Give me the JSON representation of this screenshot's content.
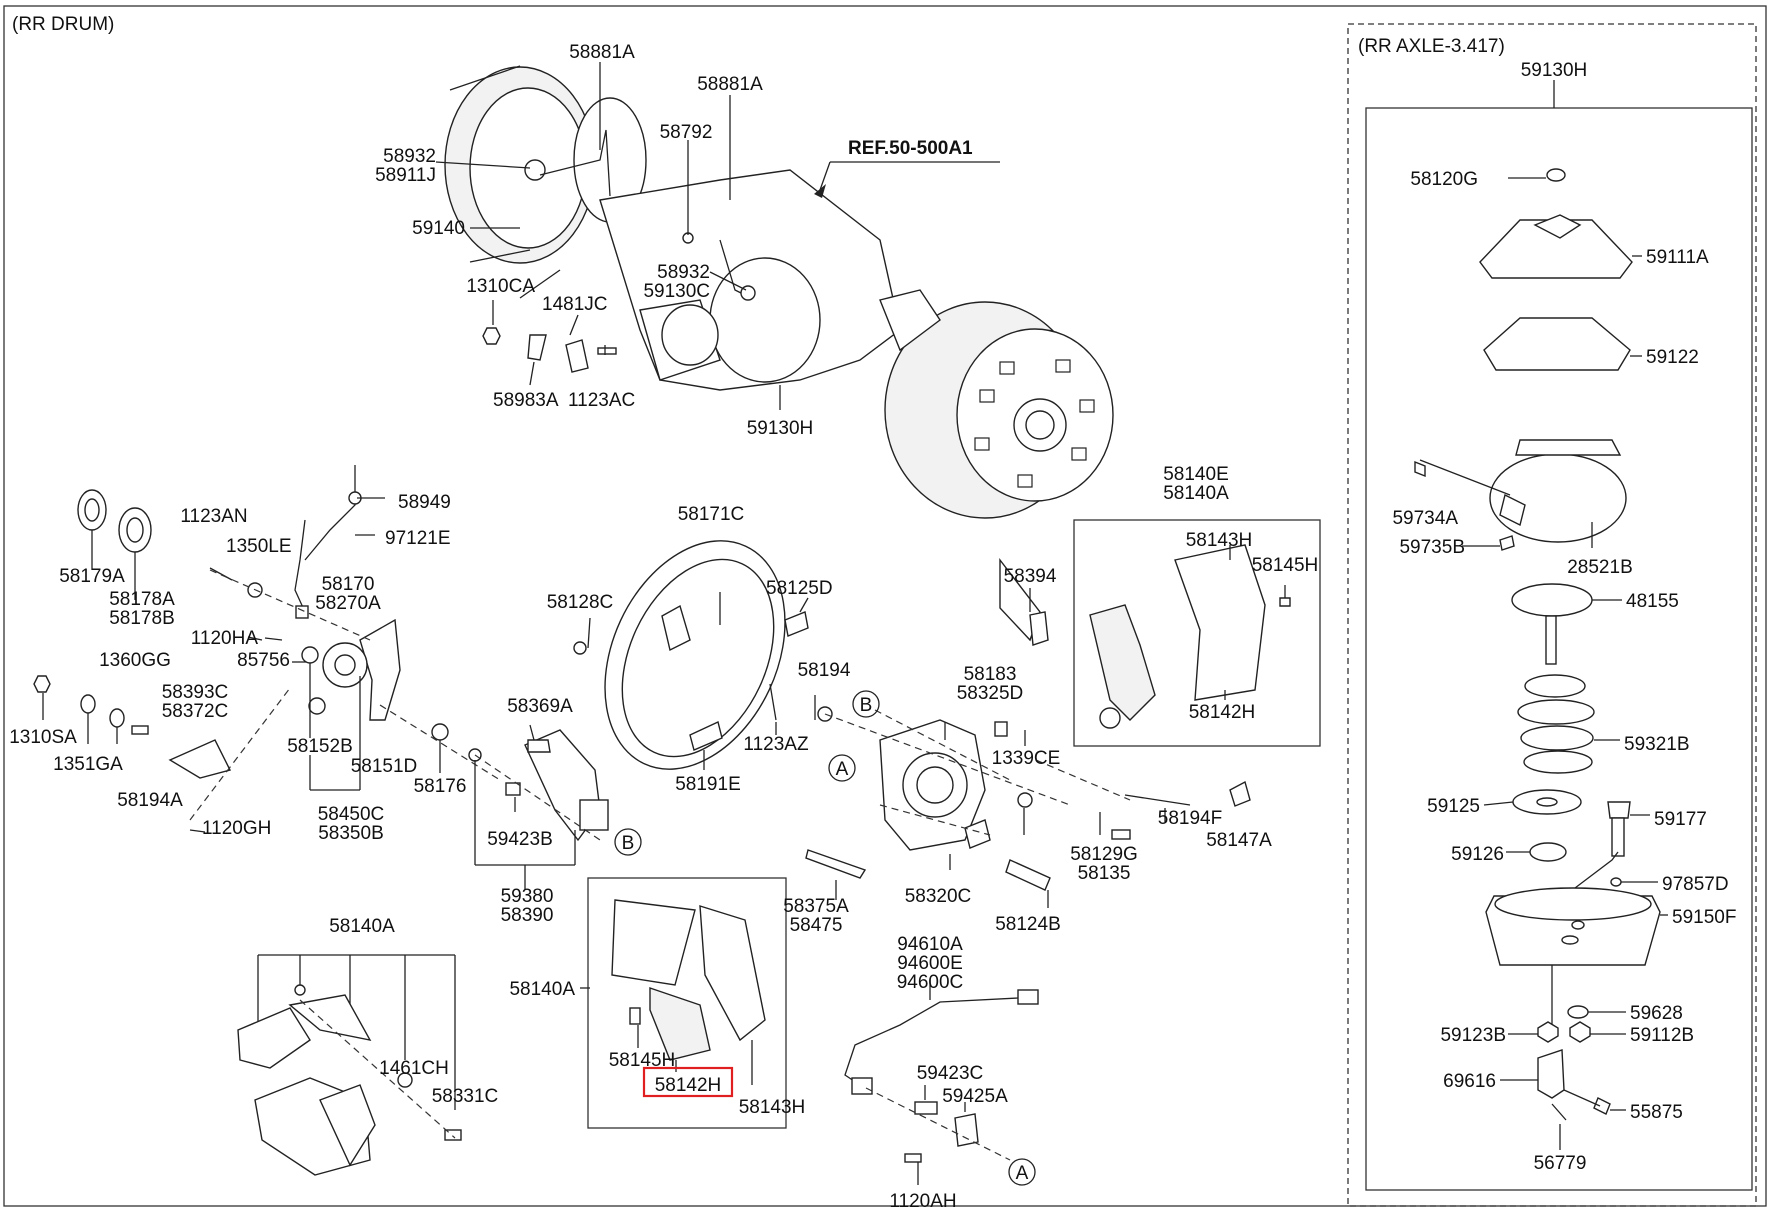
{
  "sections": {
    "main": "(RR DRUM)",
    "axle": "(RR AXLE-3.417)",
    "ref": "REF.50-500A1"
  },
  "markers": {
    "a": "A",
    "b": "B"
  },
  "highlight": {
    "part": "58142H",
    "color": "#e02020"
  },
  "parts": [
    [
      "58881A"
    ],
    [
      "58881A"
    ],
    [
      "58792"
    ],
    [
      "58932",
      "58911J"
    ],
    [
      "59140"
    ],
    [
      "58932",
      "59130C"
    ],
    [
      "1310CA"
    ],
    [
      "1481JC"
    ],
    [
      "58983A"
    ],
    [
      "1123AC"
    ],
    [
      "59130H"
    ],
    [
      "58179A"
    ],
    [
      "58178A",
      "58178B"
    ],
    [
      "1123AN"
    ],
    [
      "1350LE"
    ],
    [
      "58949"
    ],
    [
      "97121E"
    ],
    [
      "58170",
      "58270A"
    ],
    [
      "1120HA"
    ],
    [
      "85756"
    ],
    [
      "1360GG"
    ],
    [
      "58393C",
      "58372C"
    ],
    [
      "1310SA"
    ],
    [
      "1351GA"
    ],
    [
      "58194A"
    ],
    [
      "1120GH"
    ],
    [
      "58152B"
    ],
    [
      "58151D"
    ],
    [
      "58450C",
      "58350B"
    ],
    [
      "58176"
    ],
    [
      "58369A"
    ],
    [
      "59423B"
    ],
    [
      "59380",
      "58390"
    ],
    [
      "58171C"
    ],
    [
      "58128C"
    ],
    [
      "58125D"
    ],
    [
      "58194"
    ],
    [
      "1123AZ"
    ],
    [
      "58191E"
    ],
    [
      "58183",
      "58325D"
    ],
    [
      "1339CE"
    ],
    [
      "58320C"
    ],
    [
      "58375A",
      "58475"
    ],
    [
      "58124B"
    ],
    [
      "58394"
    ],
    [
      "58129G",
      "58135"
    ],
    [
      "58140E",
      "58140A"
    ],
    [
      "58143H"
    ],
    [
      "58145H"
    ],
    [
      "58142H"
    ],
    [
      "58194F"
    ],
    [
      "58147A"
    ],
    [
      "58140A"
    ],
    [
      "1461CH"
    ],
    [
      "58331C"
    ],
    [
      "58140A"
    ],
    [
      "58145H"
    ],
    [
      "58142H"
    ],
    [
      "58143H"
    ],
    [
      "94610A",
      "94600E",
      "94600C"
    ],
    [
      "59423C"
    ],
    [
      "59425A"
    ],
    [
      "1120AH"
    ],
    [
      "59130H"
    ],
    [
      "58120G"
    ],
    [
      "59111A"
    ],
    [
      "59122"
    ],
    [
      "59734A"
    ],
    [
      "59735B"
    ],
    [
      "28521B"
    ],
    [
      "48155"
    ],
    [
      "59321B"
    ],
    [
      "59125"
    ],
    [
      "59177"
    ],
    [
      "59126"
    ],
    [
      "97857D"
    ],
    [
      "59150F"
    ],
    [
      "59628"
    ],
    [
      "59123B"
    ],
    [
      "59112B"
    ],
    [
      "69616"
    ],
    [
      "55875"
    ],
    [
      "56779"
    ]
  ]
}
